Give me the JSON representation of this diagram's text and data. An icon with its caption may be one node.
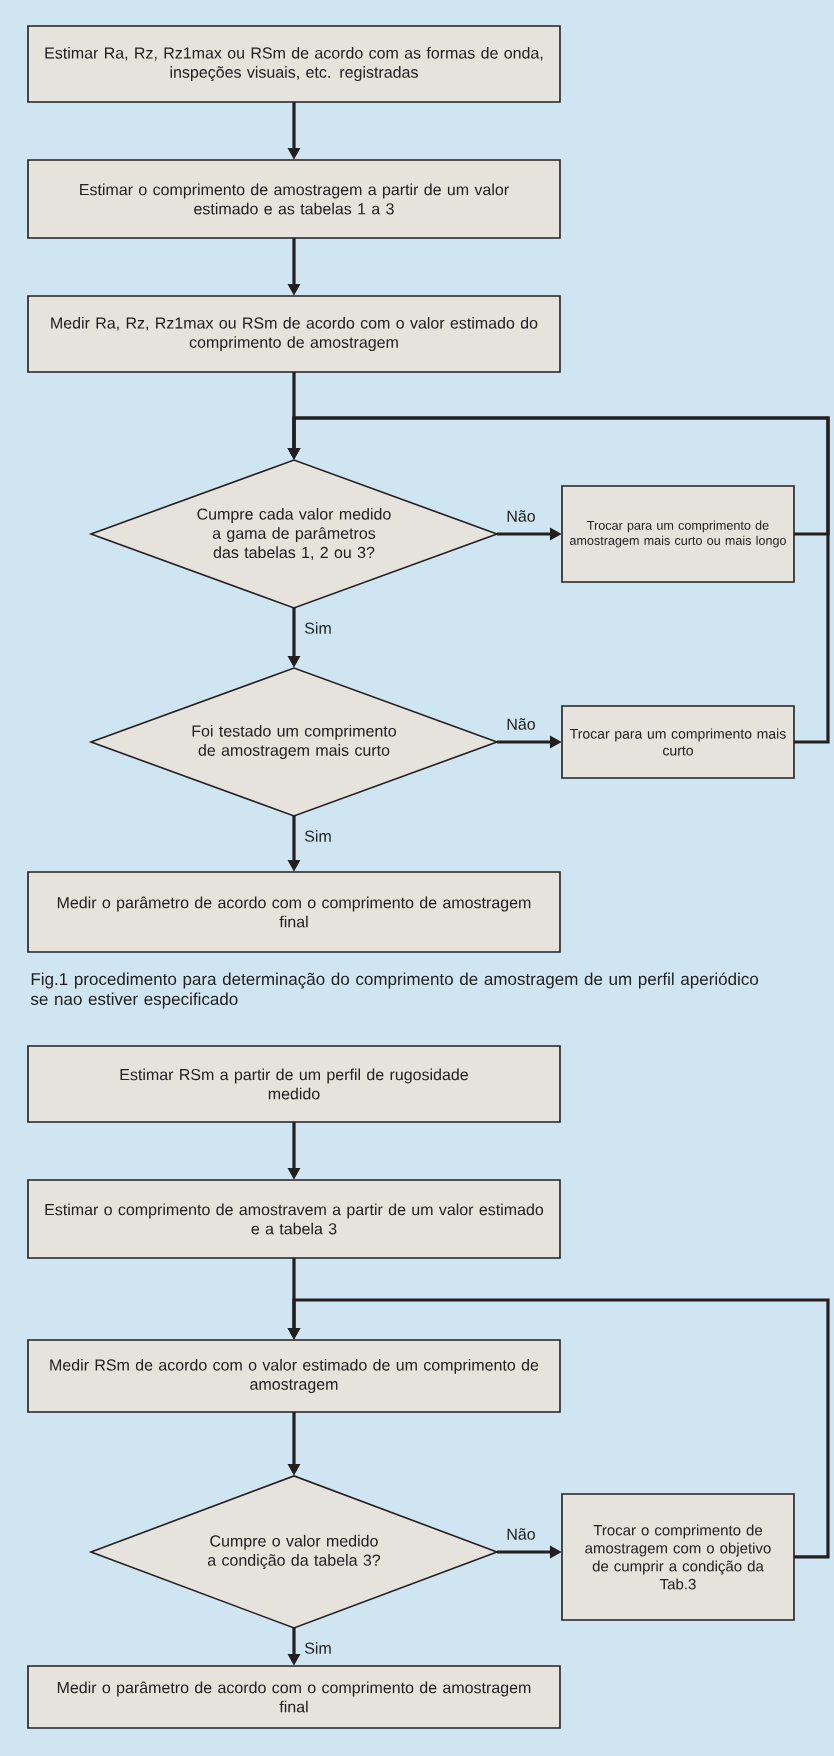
{
  "diagram": {
    "nodes": [
      {
        "text": [
          "Estimar Ra, Rz, Rz1max ou RSm de acordo com as formas de onda, inspeções visuais, etc. registradas"
        ]
      },
      {
        "text": [
          "Estimar o comprimento de amostragem a partir de um valor estimado e as tabelas 1 a 3"
        ]
      },
      {
        "text": [
          "Medir Ra, Rz, Rz1max ou RSm de acordo com o valor estimado do comprimento de amostragem"
        ]
      },
      {
        "text": [
          "Cumpre cada valor medido a gama de parâmetros das tabelas 1, 2 ou 3?"
        ]
      },
      {
        "text": [
          "Trocar para um comprimento de amostragem mais curto ou mais longo"
        ]
      },
      {
        "text": [
          "Foi testado um comprimento de amostragem mais curto"
        ]
      },
      {
        "text": [
          "Trocar para um comprimento mais curto"
        ]
      },
      {
        "text": [
          "Medir o parâmetro de acordo com o comprimento de amostragem final"
        ]
      },
      {
        "text": [
          "Estimar RSm a partir de um perfil de rugosidade medido"
        ]
      },
      {
        "text": [
          "Estimar o comprimento de amostravem a partir de um valor estimado e a tabela 3"
        ]
      },
      {
        "text": [
          "Medir RSm de acordo com o valor estimado de um comprimento de amostragem"
        ]
      },
      {
        "text": [
          "Cumpre o valor medido a condição da tabela 3?"
        ]
      },
      {
        "text": [
          "Trocar o comprimento de amostragem com o objetivo de cumprir a condição da Tab.3"
        ]
      },
      {
        "text": [
          "Medir o parâmetro de acordo com o comprimento de amostragem final"
        ]
      }
    ],
    "edges": [
      {
        "from": 0,
        "to": 1,
        "arrow": "to"
      },
      {
        "from": 1,
        "to": 2,
        "arrow": "to"
      },
      {
        "from": 2,
        "to": 3,
        "arrow": "to"
      },
      {
        "from": 3,
        "to": 4,
        "arrow": "to",
        "label": "Não"
      },
      {
        "from": 4,
        "to": 3,
        "arrow": "to"
      },
      {
        "from": 3,
        "to": 5,
        "arrow": "to",
        "label": "Sim"
      },
      {
        "from": 5,
        "to": 6,
        "arrow": "to",
        "label": "Não"
      },
      {
        "from": 6,
        "to": 3,
        "arrow": "to"
      },
      {
        "from": 5,
        "to": 7,
        "arrow": "to",
        "label": "Sim"
      },
      {
        "from": 8,
        "to": 9,
        "arrow": "to"
      },
      {
        "from": 9,
        "to": 10,
        "arrow": "to"
      },
      {
        "from": 10,
        "to": 11,
        "arrow": "to"
      },
      {
        "from": 11,
        "to": 12,
        "arrow": "to",
        "label": "Não"
      },
      {
        "from": 12,
        "to": 10,
        "arrow": "to"
      },
      {
        "from": 11,
        "to": 13,
        "arrow": "to",
        "label": "Sim"
      }
    ],
    "labels": [
      "Fig.1 procedimento para determinação do comprimento de amostragem de um perfil aperiódico se nao estiver especificado"
    ]
  }
}
